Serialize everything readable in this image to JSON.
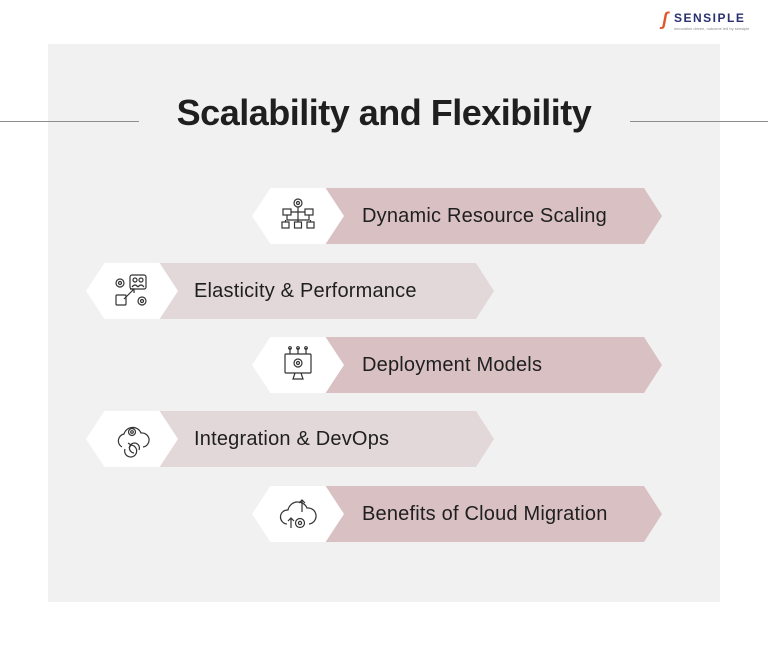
{
  "brand": {
    "name": "SENSIPLE",
    "tagline": "innovation driven, outcome led by sensiple"
  },
  "title": "Scalability and Flexibility",
  "items": [
    {
      "label": "Dynamic Resource Scaling",
      "icon": "network-hierarchy-gear-icon"
    },
    {
      "label": "Elasticity & Performance",
      "icon": "people-gears-process-icon"
    },
    {
      "label": "Deployment Models",
      "icon": "monitor-gear-network-icon"
    },
    {
      "label": "Integration & DevOps",
      "icon": "cloud-cycle-gear-icon"
    },
    {
      "label": "Benefits of Cloud Migration",
      "icon": "cloud-upload-gear-icon"
    }
  ],
  "colors": {
    "band_dark": "#d8c0c3",
    "band_light": "#e3d8d9",
    "panel": "#f2f1f1",
    "title": "#1f1f1f"
  }
}
